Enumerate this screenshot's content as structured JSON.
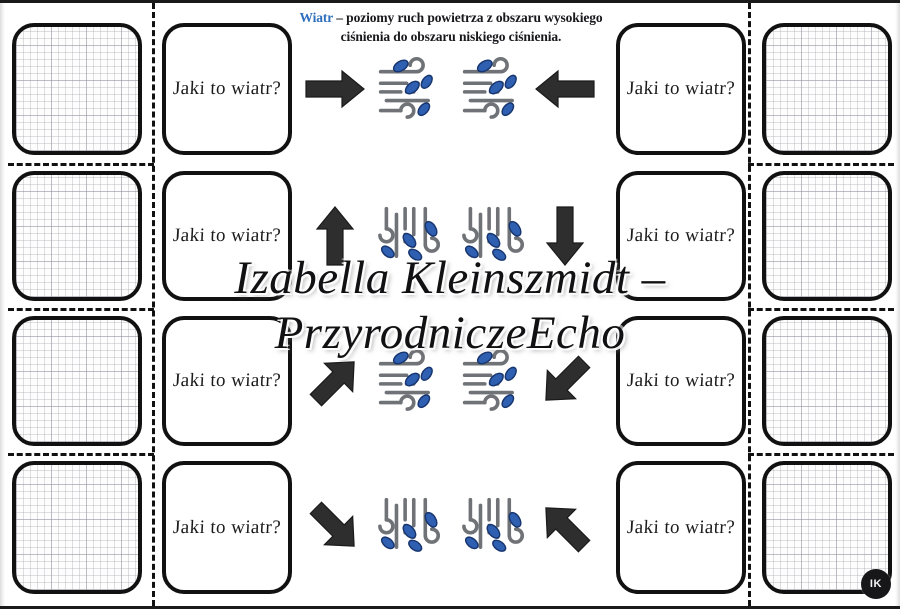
{
  "document": {
    "title": "Jaki to wiatr? - karty pracy"
  },
  "definition": {
    "keyword": "Wiatr",
    "text": "– poziomy ruch powietrza z obszaru wysokiego ciśnienia do obszaru niskiego ciśnienia.",
    "keyword_color": "#2f6fbd"
  },
  "cards": {
    "prompt_label": "Jaki to wiatr?",
    "answer_label": ""
  },
  "rows": [
    {
      "left_card": "",
      "prompt_card": "Jaki to wiatr?",
      "arrow_left": "arrow-right-icon",
      "arrow_right": "arrow-left-icon",
      "icon": "wind-icon",
      "icon_rotation": 0,
      "prompt_card_right": "Jaki to wiatr?",
      "right_card": ""
    },
    {
      "left_card": "",
      "prompt_card": "Jaki to wiatr?",
      "arrow_left": "arrow-up-icon",
      "arrow_right": "arrow-down-icon",
      "icon": "wind-icon",
      "icon_rotation": 90,
      "prompt_card_right": "Jaki to wiatr?",
      "right_card": ""
    },
    {
      "left_card": "",
      "prompt_card": "Jaki to wiatr?",
      "arrow_left": "arrow-up-right-icon",
      "arrow_right": "arrow-down-left-icon",
      "icon": "wind-icon",
      "icon_rotation": 0,
      "prompt_card_right": "Jaki to wiatr?",
      "right_card": ""
    },
    {
      "left_card": "",
      "prompt_card": "Jaki to wiatr?",
      "arrow_left": "arrow-down-right-icon",
      "arrow_right": "arrow-up-left-icon",
      "icon": "wind-icon",
      "icon_rotation": 0,
      "prompt_card_right": "Jaki to wiatr?",
      "right_card": ""
    }
  ],
  "watermark": {
    "line1": "Izabella Kleinszmidt –",
    "line2": "PrzyrodniczeEcho"
  },
  "badge": {
    "initials": "IK"
  },
  "colors": {
    "ink": "#111111",
    "accent_blue": "#2f6fbd",
    "leaf_blue": "#2f5fb0",
    "wind_gray": "#6f7276",
    "arrow_dark": "#2e2e2e",
    "page_background": "#ffffff"
  }
}
